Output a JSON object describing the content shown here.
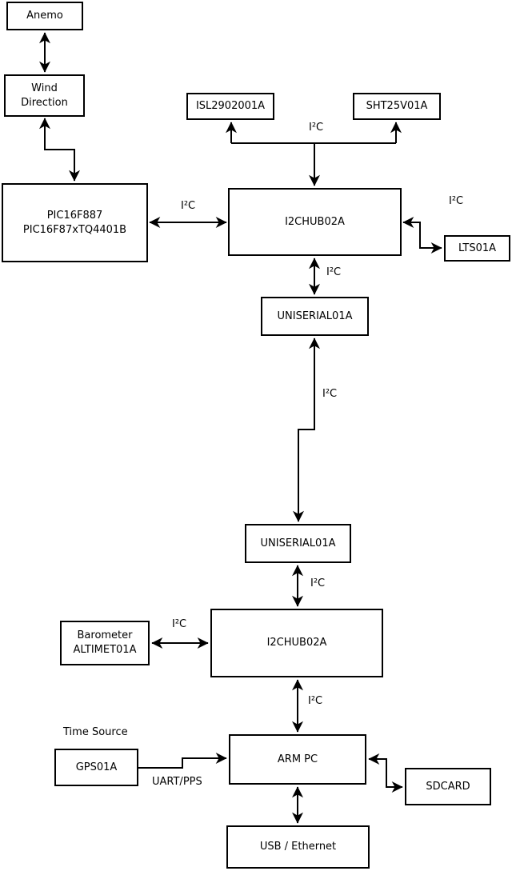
{
  "diagram": {
    "nodes": {
      "anemo": {
        "label": "Anemo"
      },
      "wind_direction": {
        "label": "Wind\nDirection"
      },
      "pic": {
        "label": "PIC16F887\nPIC16F87xTQ4401B"
      },
      "isl": {
        "label": "ISL2902001A"
      },
      "sht": {
        "label": "SHT25V01A"
      },
      "i2c_hub_top": {
        "label": "I2CHUB02A"
      },
      "lts": {
        "label": "LTS01A"
      },
      "uniserial_top": {
        "label": "UNISERIAL01A"
      },
      "uniserial_bottom": {
        "label": "UNISERIAL01A"
      },
      "i2c_hub_bottom": {
        "label": "I2CHUB02A"
      },
      "barometer": {
        "label": "Barometer\nALTIMET01A"
      },
      "gps": {
        "label": "GPS01A"
      },
      "arm_pc": {
        "label": "ARM PC"
      },
      "sdcard": {
        "label": "SDCARD"
      },
      "usb_ethernet": {
        "label": "USB / Ethernet"
      }
    },
    "edge_labels": {
      "i2c": "I²C",
      "uart_pps": "UART/PPS",
      "time_source": "Time Source"
    },
    "colors": {
      "line": "#000000",
      "background": "#ffffff",
      "box_fill": "#ffffff"
    }
  }
}
